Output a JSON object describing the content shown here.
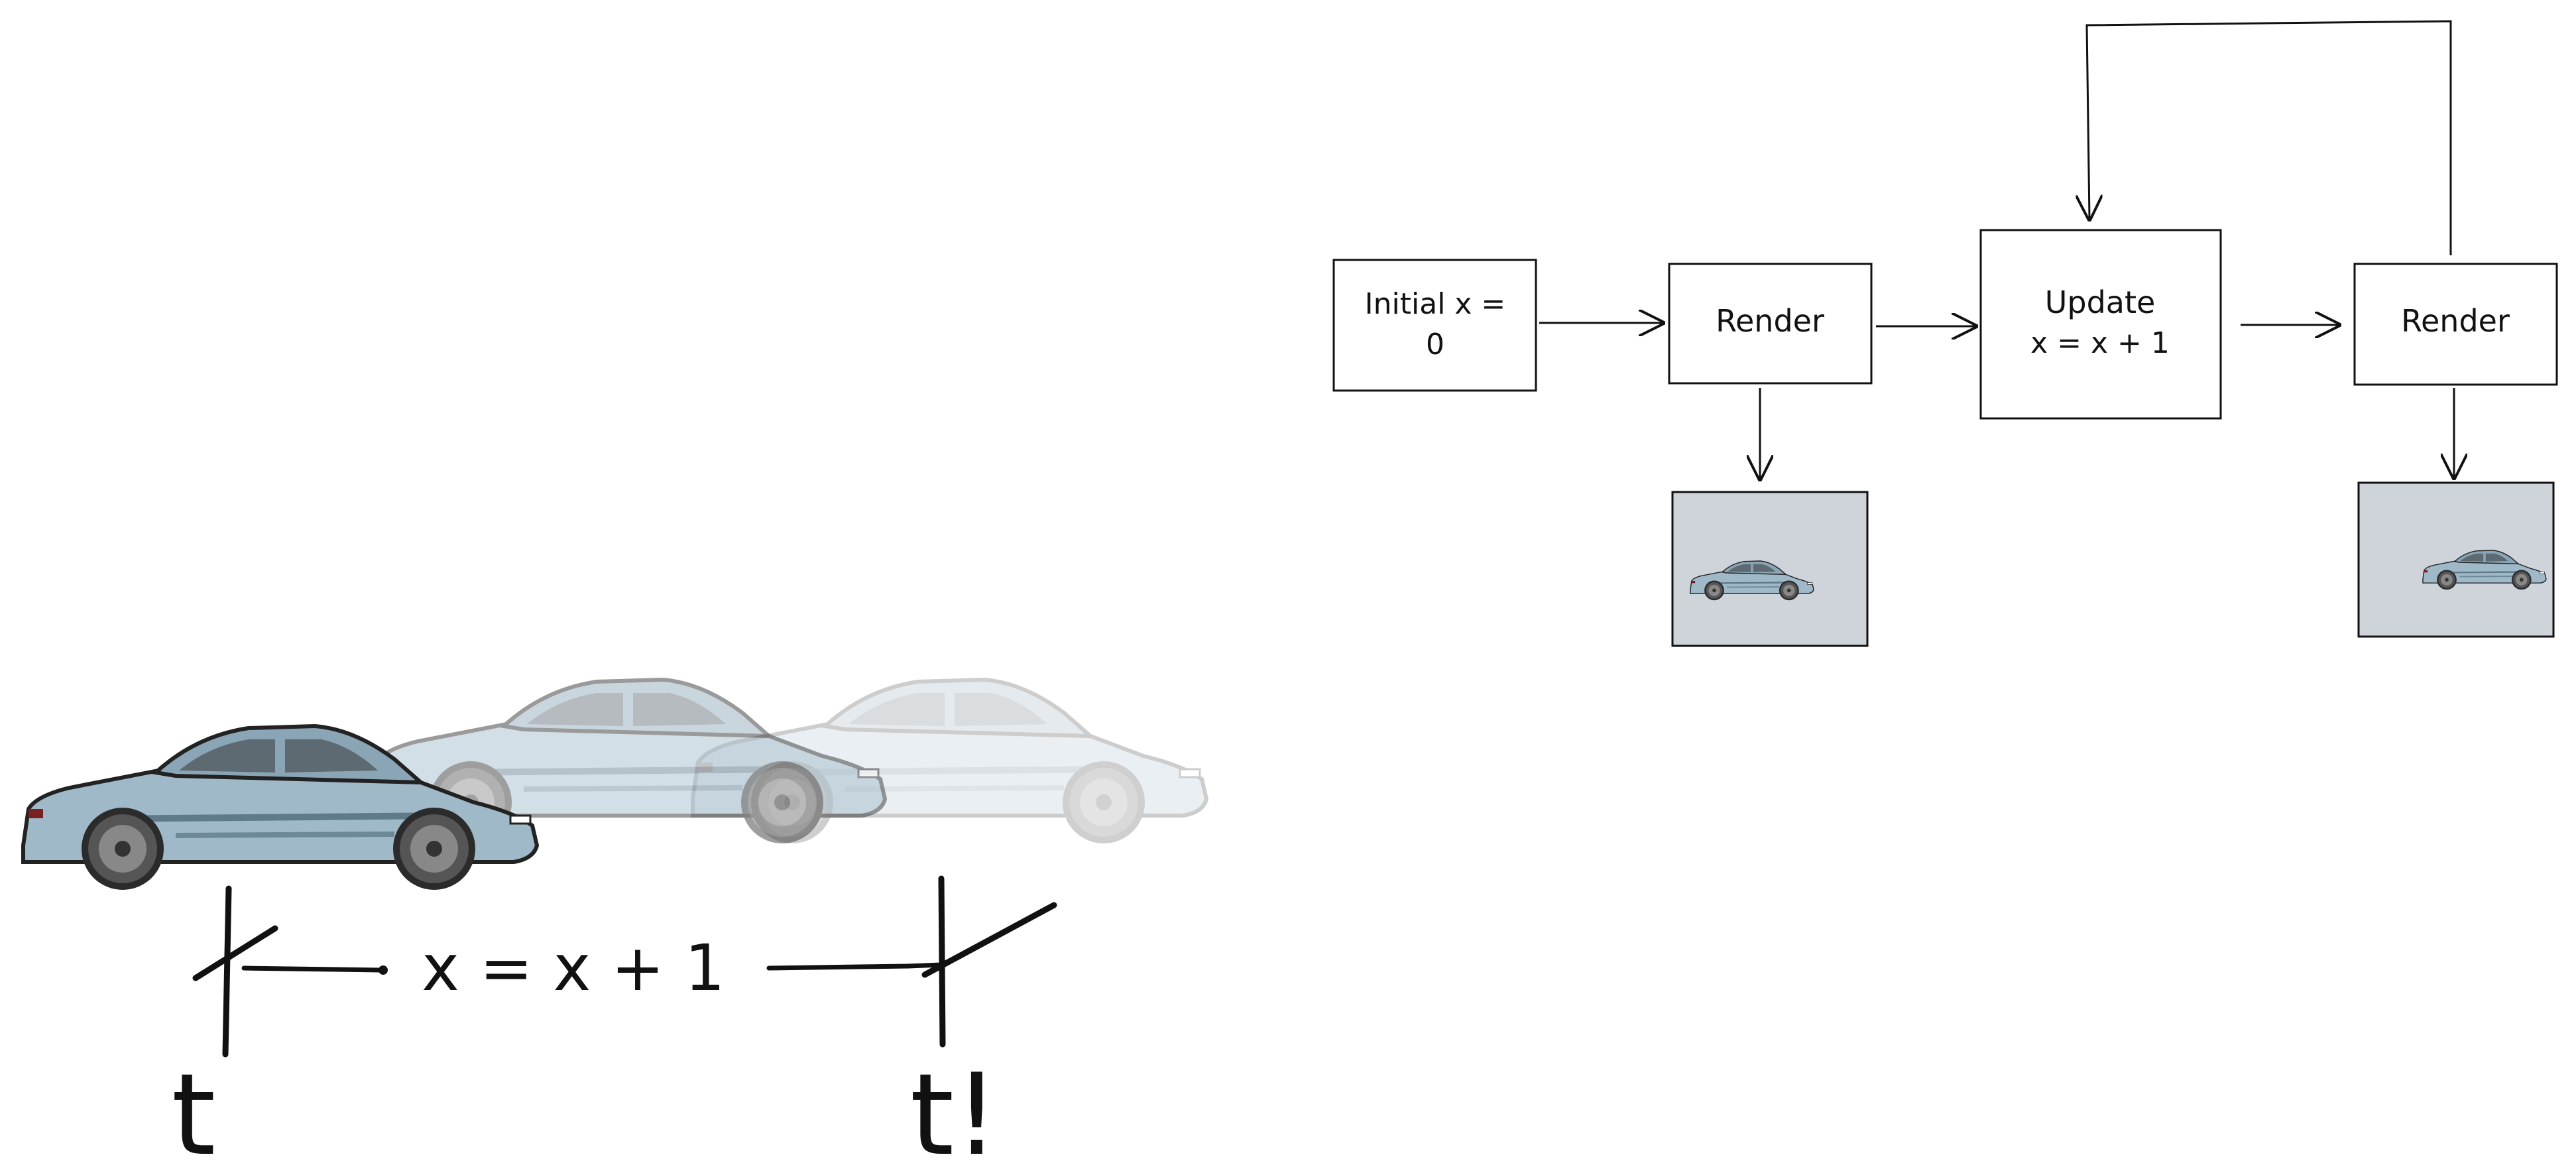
{
  "flowchart": {
    "init_box": {
      "line1": "Initial x =",
      "line2": "0"
    },
    "render_box_1": {
      "label": "Render"
    },
    "update_box": {
      "line1": "Update",
      "line2": "x = x + 1"
    },
    "render_box_2": {
      "label": "Render"
    }
  },
  "timeline": {
    "equation": "x = x + 1",
    "start_label": "t",
    "end_label": "t!"
  },
  "colors": {
    "ink": "#111111",
    "frame_bg": "#cfd4db",
    "car_body": "#9fb9c8",
    "car_dark": "#222222",
    "car_window": "#5d6a72"
  }
}
